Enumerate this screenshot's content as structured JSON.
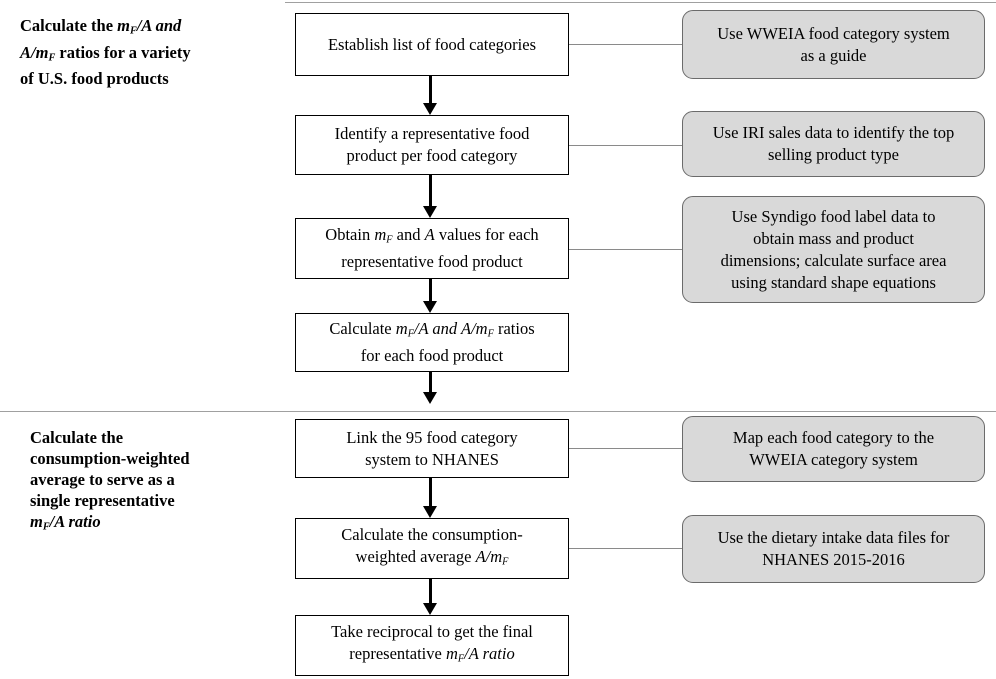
{
  "stage_labels": {
    "stage1": {
      "line1_pre": "Calculate the ",
      "line1_var": "m",
      "line1_sub": "F",
      "line1_post": "/A and",
      "line2_var": "A/m",
      "line2_sub": "F",
      "line2_post": " ratios for a variety",
      "line3": "of U.S. food products"
    },
    "stage2": {
      "line1": "Calculate the",
      "line2": "consumption-weighted",
      "line3": "average to serve as a",
      "line4": "single representative",
      "line5_var": "m",
      "line5_sub": "F",
      "line5_post": "/A ratio"
    }
  },
  "steps": {
    "s1": {
      "line1": "Establish list of food categories"
    },
    "s2": {
      "line1": "Identify a representative food",
      "line2": "product per food category"
    },
    "s3": {
      "line1_pre": "Obtain ",
      "line1_var1": "m",
      "line1_sub1": "F",
      "line1_mid": " and ",
      "line1_var2": "A",
      "line1_post": " values for each",
      "line2": "representative food product"
    },
    "s4": {
      "line1_pre": "Calculate ",
      "line1_var1": "m",
      "line1_sub1": "F",
      "line1_mid": "/A and ",
      "line1_var2": "A/m",
      "line1_sub2": "F",
      "line1_post": " ratios",
      "line2": "for each food product"
    },
    "s5": {
      "line1": "Link the 95 food category",
      "line2": "system to NHANES"
    },
    "s6": {
      "line1": "Calculate the consumption-",
      "line2_pre": "weighted average ",
      "line2_var": "A/m",
      "line2_sub": "F"
    },
    "s7": {
      "line1": "Take reciprocal to get the final",
      "line2_pre": "representative  ",
      "line2_var": "m",
      "line2_sub": "F",
      "line2_post": "/A ratio"
    }
  },
  "notes": {
    "n1": {
      "line1": "Use WWEIA food category system",
      "line2": "as a guide"
    },
    "n2": {
      "line1": "Use IRI sales data to identify the top",
      "line2": "selling product type"
    },
    "n3": {
      "line1": "Use Syndigo food label data to",
      "line2": "obtain mass and product",
      "line3": "dimensions; calculate surface area",
      "line4": "using standard shape equations"
    },
    "n4": {
      "line1": "Map each food category to the",
      "line2": "WWEIA category system"
    },
    "n5": {
      "line1": "Use the dietary intake data files for",
      "line2": "NHANES 2015-2016"
    }
  },
  "colors": {
    "note_fill": "#d9d9d9",
    "note_border": "#6b6b6b",
    "step_border": "#000000",
    "rule": "#a0a0a0"
  }
}
